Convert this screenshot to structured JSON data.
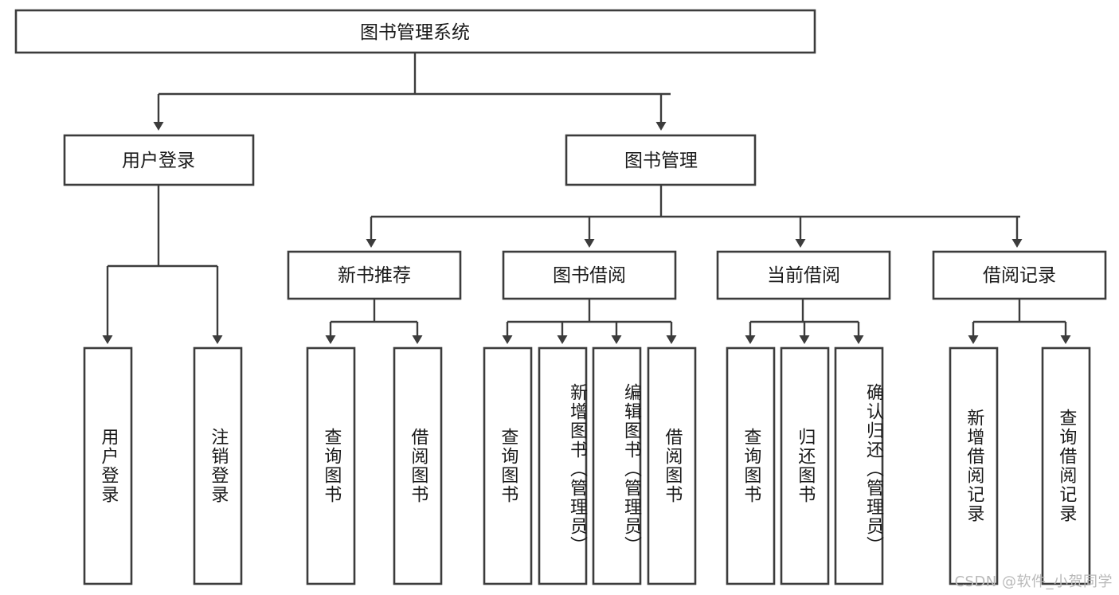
{
  "diagram": {
    "type": "tree-hierarchy",
    "title": "图书管理系统",
    "watermark": "CSDN @软件_小贺同学",
    "colors": {
      "box_stroke": "#3c3c3c",
      "box_fill": "#ffffff",
      "text": "#1a1a1a",
      "connector": "#3c3c3c",
      "background": "#ffffff",
      "watermark": "#b9b9b9"
    },
    "root": {
      "label": "图书管理系统"
    },
    "level1": [
      {
        "id": "user-login",
        "label": "用户登录"
      },
      {
        "id": "book-management",
        "label": "图书管理"
      }
    ],
    "level2": [
      {
        "id": "new-book-recommend",
        "label": "新书推荐"
      },
      {
        "id": "book-borrow",
        "label": "图书借阅"
      },
      {
        "id": "current-borrow",
        "label": "当前借阅"
      },
      {
        "id": "borrow-record",
        "label": "借阅记录"
      }
    ],
    "leaves": {
      "user_login": [
        {
          "id": "leaf-user-login",
          "label": "用户登录"
        },
        {
          "id": "leaf-logout-login",
          "label": "注销登录"
        }
      ],
      "new_book_recommend": [
        {
          "id": "leaf-query-book-1",
          "label": "查询图书"
        },
        {
          "id": "leaf-borrow-book-1",
          "label": "借阅图书"
        }
      ],
      "book_borrow": [
        {
          "id": "leaf-query-book-2",
          "label": "查询图书"
        },
        {
          "id": "leaf-add-book",
          "label": "新增图书（管理员）"
        },
        {
          "id": "leaf-edit-book",
          "label": "编辑图书（管理员）"
        },
        {
          "id": "leaf-borrow-book-2",
          "label": "借阅图书"
        }
      ],
      "current_borrow": [
        {
          "id": "leaf-query-book-3",
          "label": "查询图书"
        },
        {
          "id": "leaf-return-book",
          "label": "归还图书"
        },
        {
          "id": "leaf-confirm-return",
          "label": "确认归还（管理员）"
        }
      ],
      "borrow_record": [
        {
          "id": "leaf-add-record",
          "label": "新增借阅记录"
        },
        {
          "id": "leaf-query-record",
          "label": "查询借阅记录"
        }
      ]
    }
  }
}
